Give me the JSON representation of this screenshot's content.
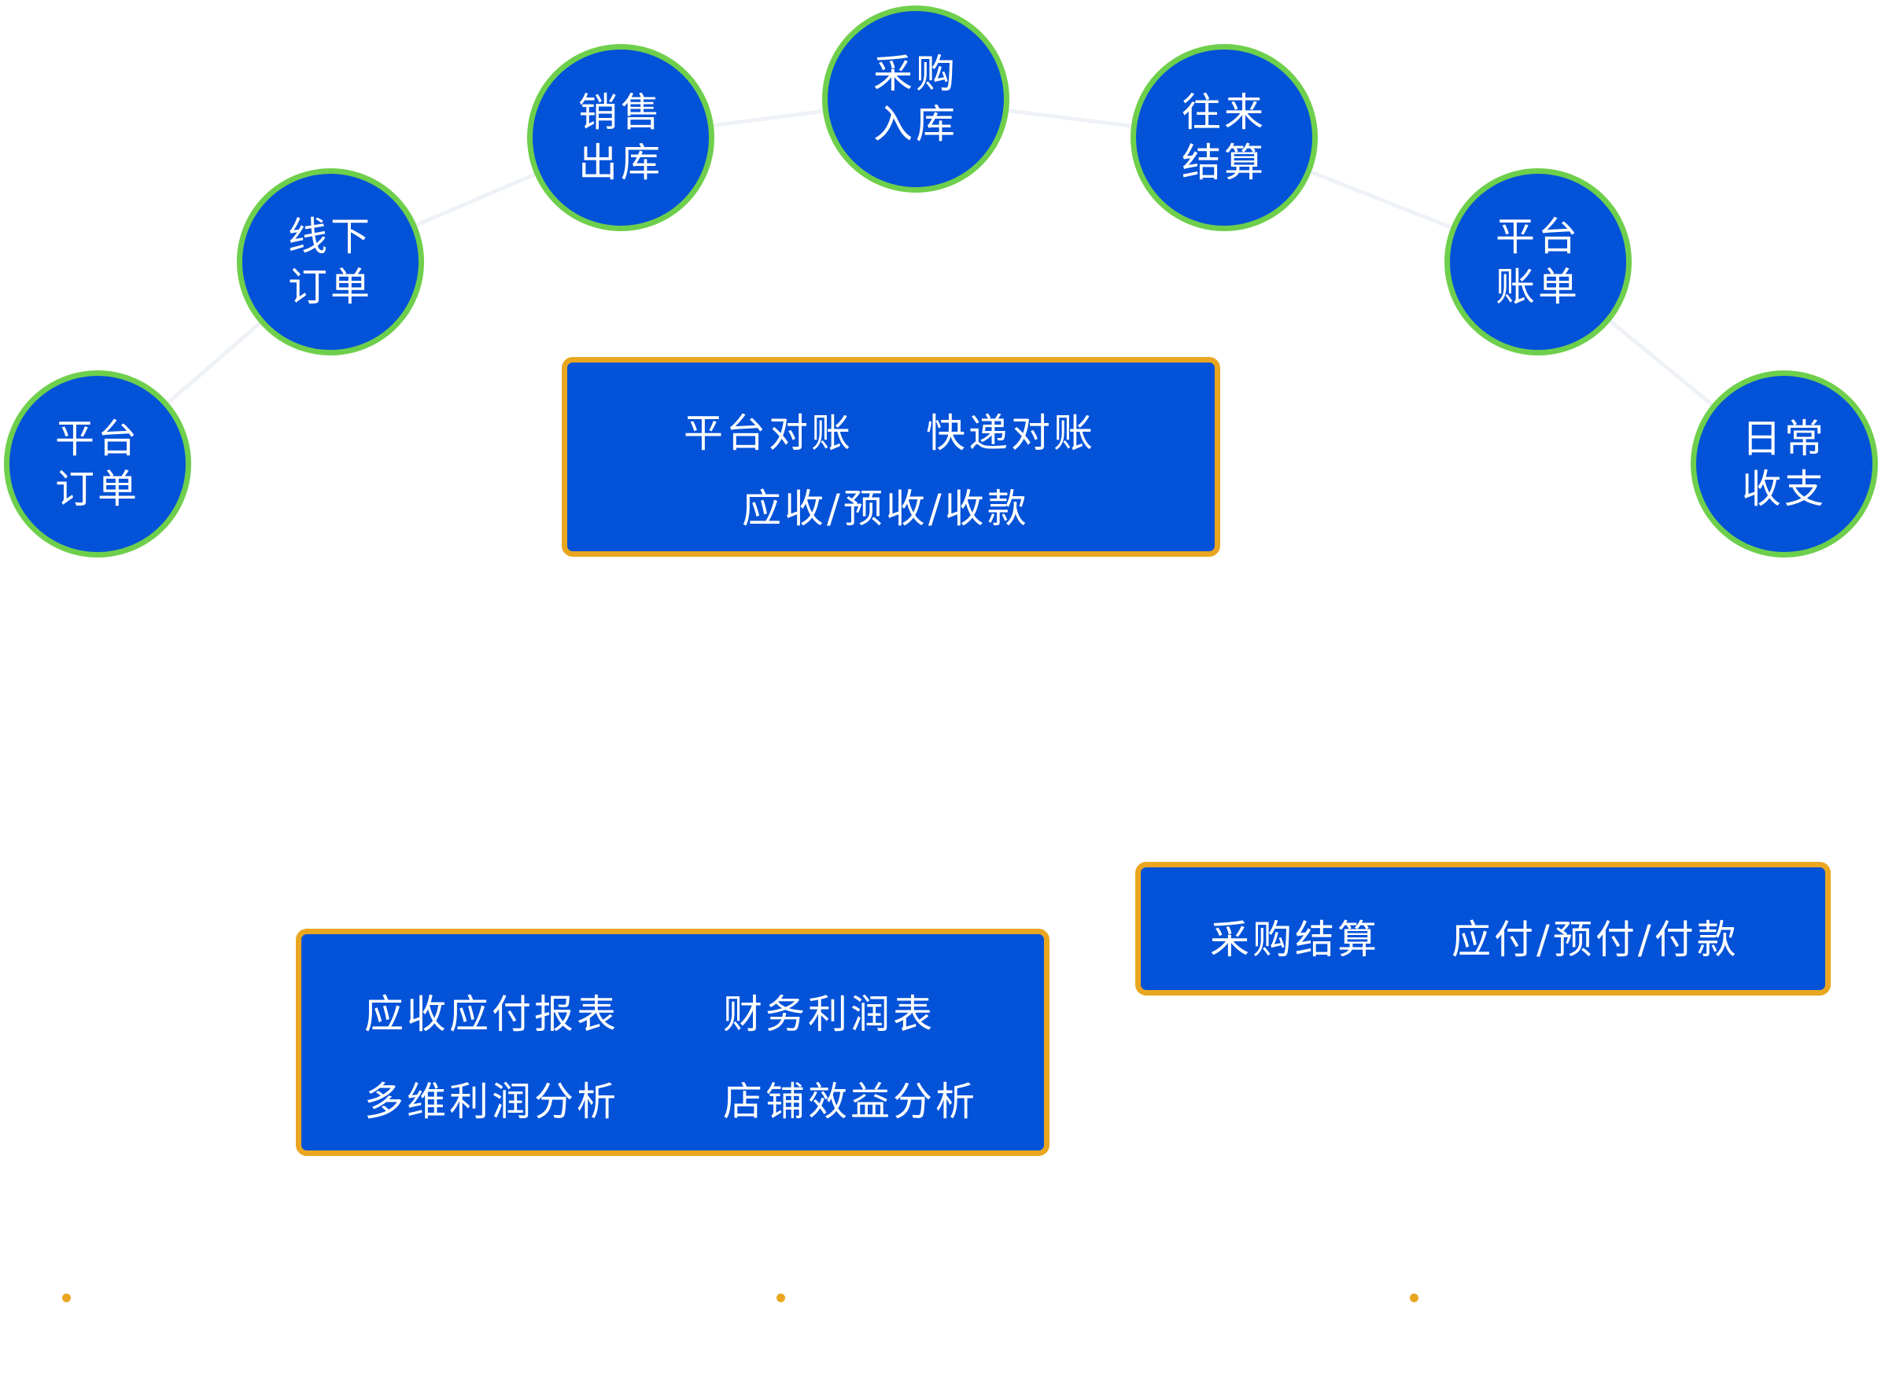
{
  "colors": {
    "node_fill": "#0452d8",
    "node_ring": "#6ecf4c",
    "panel_fill": "#0452d8",
    "panel_border": "#e9a620",
    "arc": "#eef2f6",
    "dot": "#e9a620",
    "text": "#ffffff"
  },
  "nodes": [
    {
      "line1": "平台",
      "line2": "订单"
    },
    {
      "line1": "线下",
      "line2": "订单"
    },
    {
      "line1": "销售",
      "line2": "出库"
    },
    {
      "line1": "采购",
      "line2": "入库"
    },
    {
      "line1": "往来",
      "line2": "结算"
    },
    {
      "line1": "平台",
      "line2": "账单"
    },
    {
      "line1": "日常",
      "line2": "收支"
    }
  ],
  "panels": {
    "reconcile": {
      "item1": "平台对账",
      "item2": "快递对账",
      "item3": "应收/预收/收款"
    },
    "purchase": {
      "item1": "采购结算",
      "item2": "应付/预付/付款"
    },
    "reports": {
      "item1": "应收应付报表",
      "item2": "财务利润表",
      "item3": "多维利润分析",
      "item4": "店铺效益分析"
    }
  }
}
